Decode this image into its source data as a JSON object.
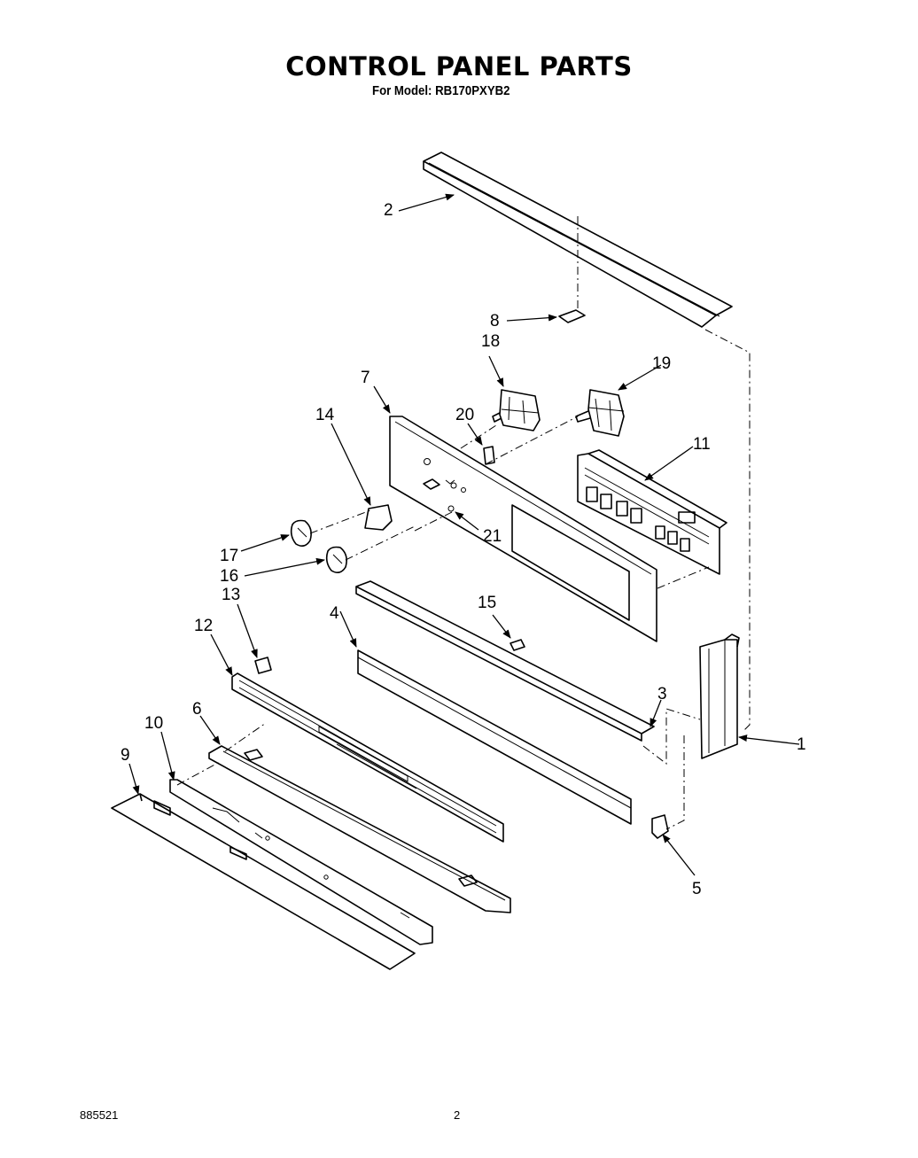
{
  "header": {
    "title": "CONTROL PANEL PARTS",
    "subtitle": "For Model: RB170PXYB2"
  },
  "footer": {
    "doc_number": "885521",
    "page_number": "2"
  },
  "callouts": [
    "1",
    "2",
    "3",
    "4",
    "5",
    "6",
    "7",
    "8",
    "9",
    "10",
    "11",
    "12",
    "13",
    "14",
    "15",
    "16",
    "17",
    "18",
    "19",
    "20",
    "21"
  ]
}
